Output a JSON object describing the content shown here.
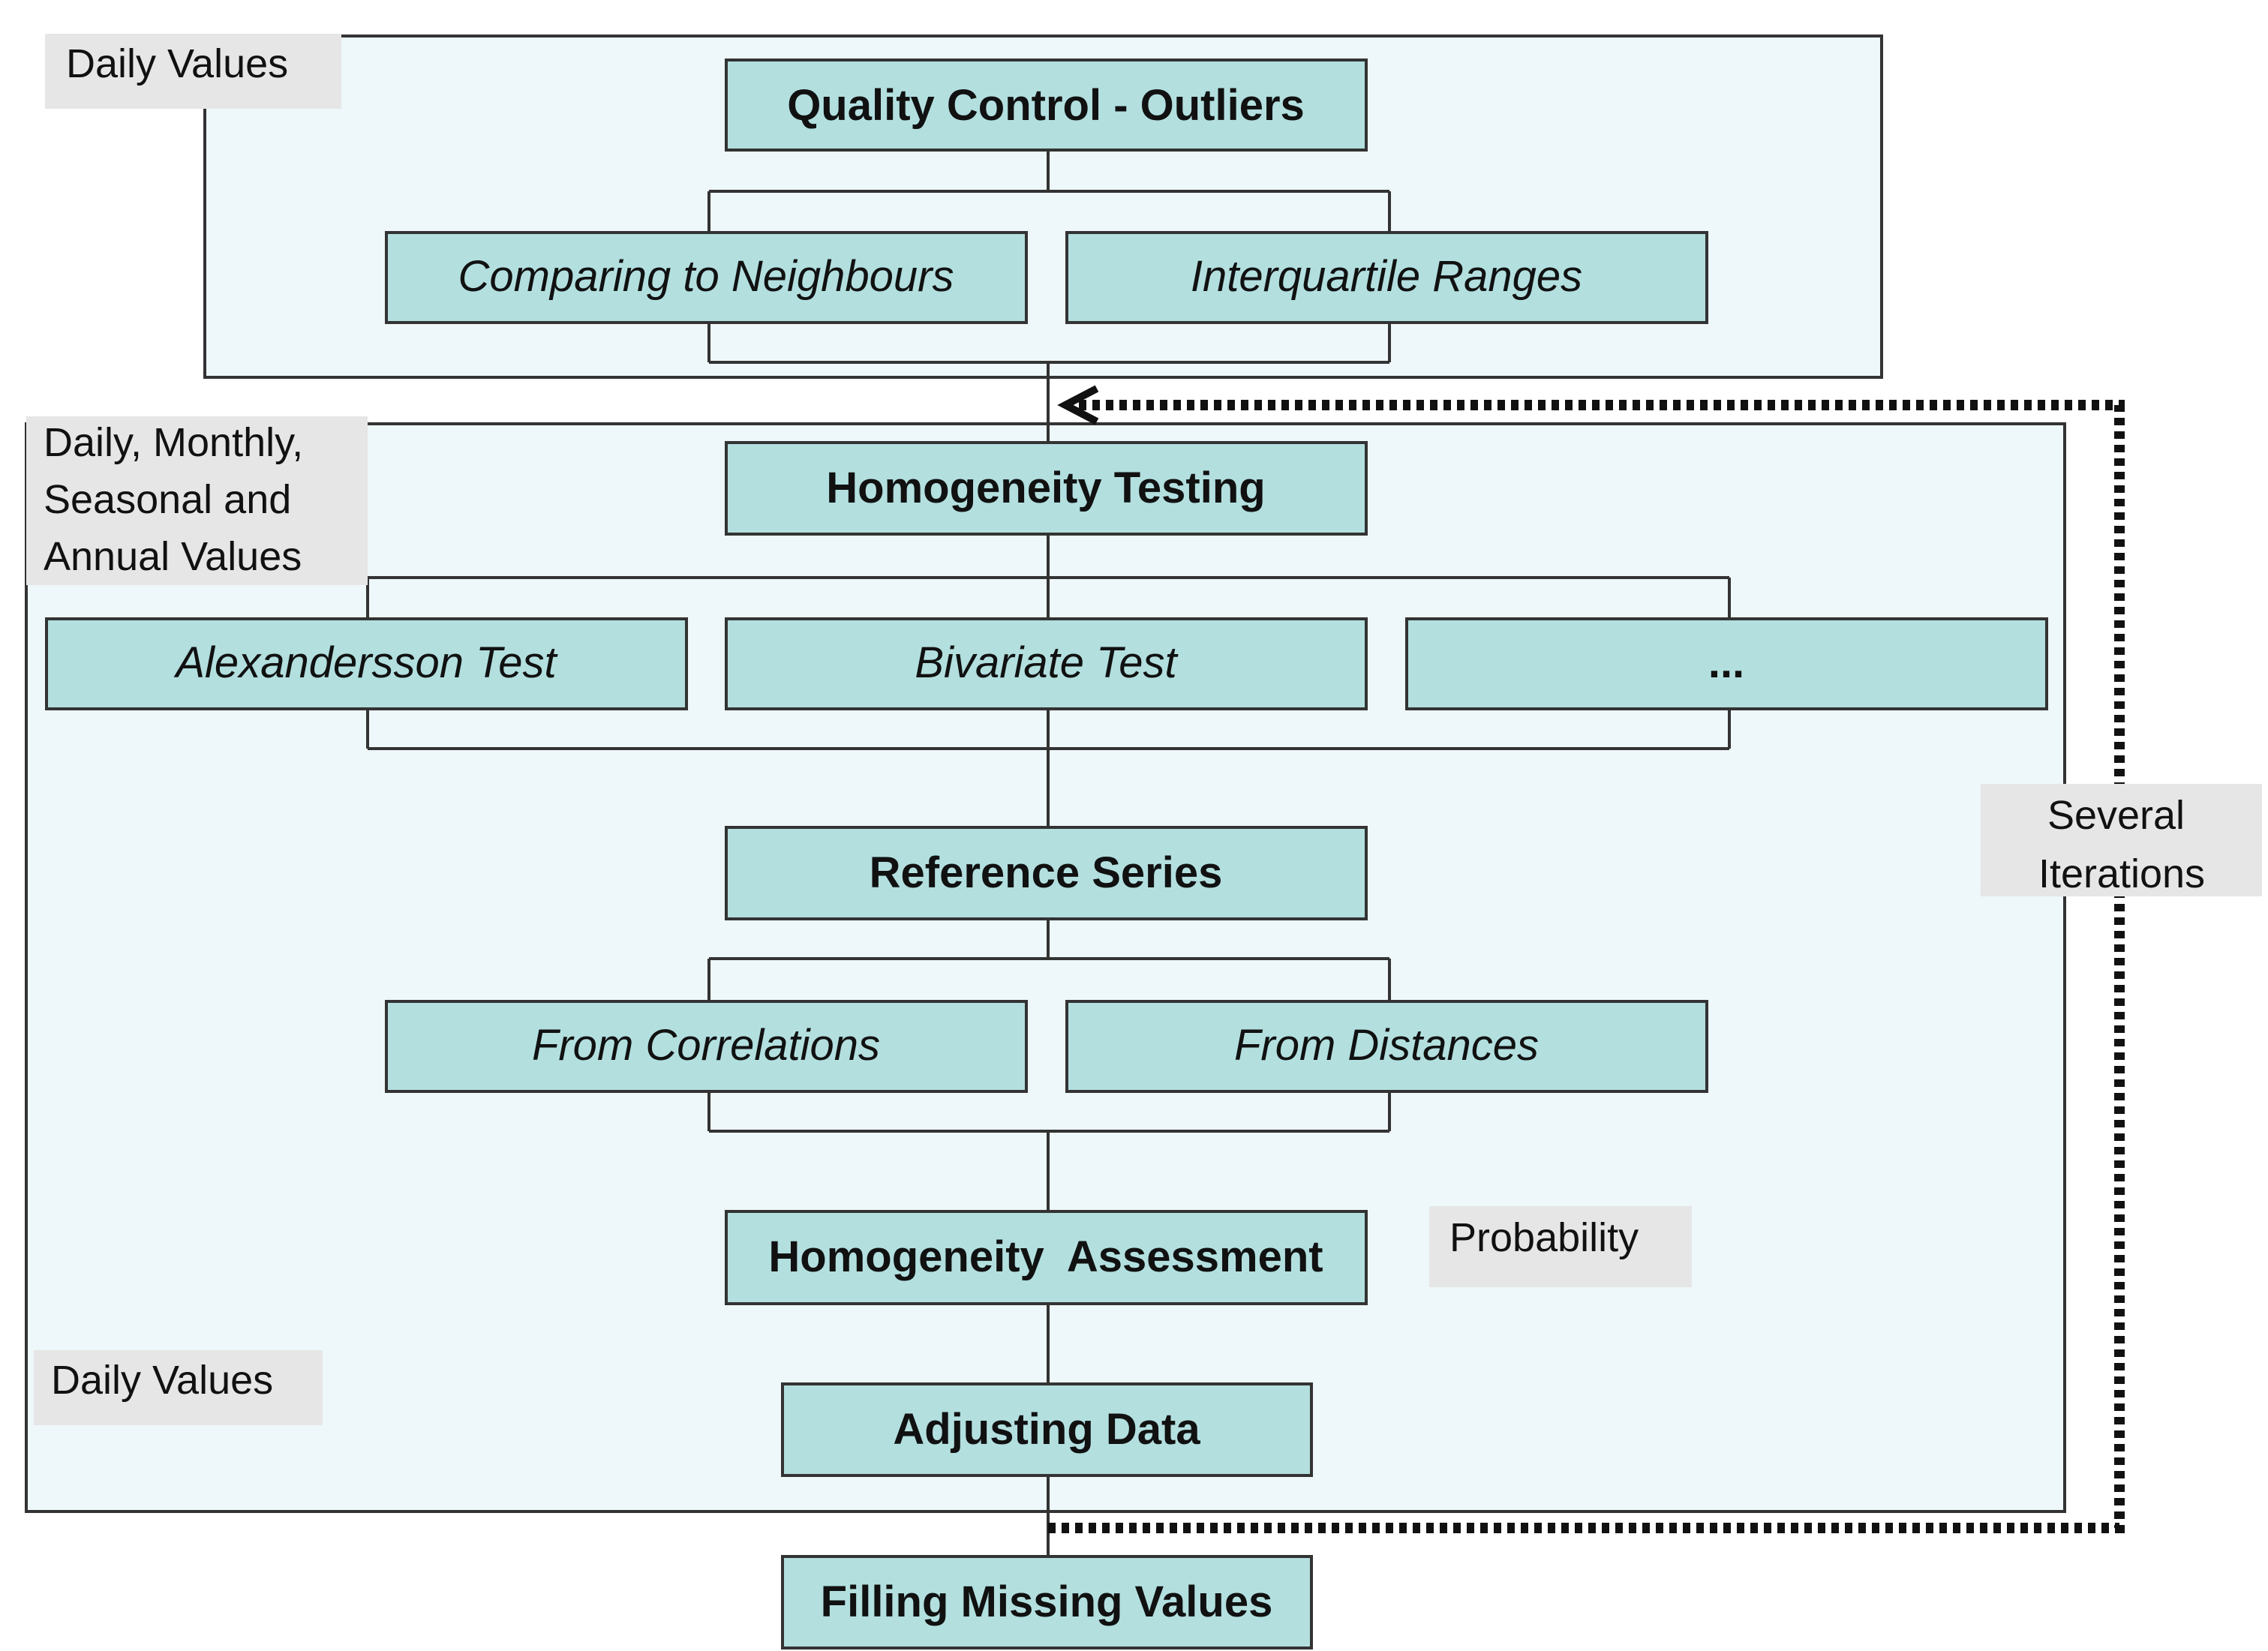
{
  "section_labels": {
    "qc_scope": "Daily Values",
    "homogenization_scope": [
      "Daily, Monthly,",
      "Seasonal and",
      "Annual Values"
    ],
    "adjustment_scope": "Daily Values",
    "iterations": [
      "Several",
      "Iterations"
    ],
    "probability": "Probability"
  },
  "steps": {
    "quality_control": "Quality Control - Outliers",
    "comparing_neighbours": "Comparing to Neighbours",
    "interquartile_ranges": "Interquartile Ranges",
    "homogeneity_testing": "Homogeneity Testing",
    "alexandersson_test": "Alexandersson Test",
    "bivariate_test": "Bivariate Test",
    "other_tests": "...",
    "reference_series": "Reference Series",
    "from_correlations": "From Correlations",
    "from_distances": "From Distances",
    "homogeneity_assessment": "Homogeneity  Assessment",
    "adjusting_data": "Adjusting Data",
    "filling_missing_values": "Filling Missing Values"
  },
  "colors": {
    "panel_fill": "#eef7f9",
    "box_fill": "#b3dfdf",
    "line": "#333333",
    "label_bg": "#e6e6e6"
  }
}
